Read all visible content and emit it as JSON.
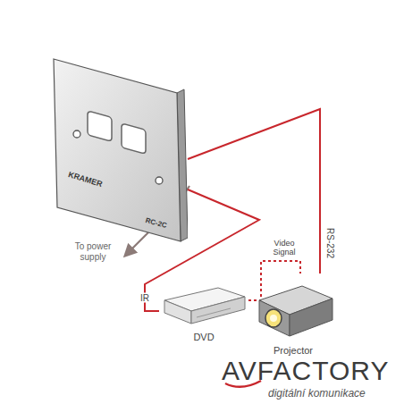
{
  "diagram": {
    "nodes": [
      {
        "text": [
          "KRAMER",
          "RC-2C"
        ]
      },
      {
        "text": [
          "DVD"
        ]
      },
      {
        "text": [
          "Projector"
        ]
      }
    ],
    "edges": [
      {
        "from": 0,
        "to": 2,
        "label": "RS-232",
        "arrow": "none"
      },
      {
        "from": 0,
        "to": 1,
        "label": "IR",
        "arrow": "none"
      },
      {
        "from": 1,
        "to": 2,
        "label": "Video Signal",
        "arrow": "none"
      }
    ],
    "labels": [
      "To power supply",
      "AVFACTORY",
      "digitální komunikace"
    ]
  }
}
